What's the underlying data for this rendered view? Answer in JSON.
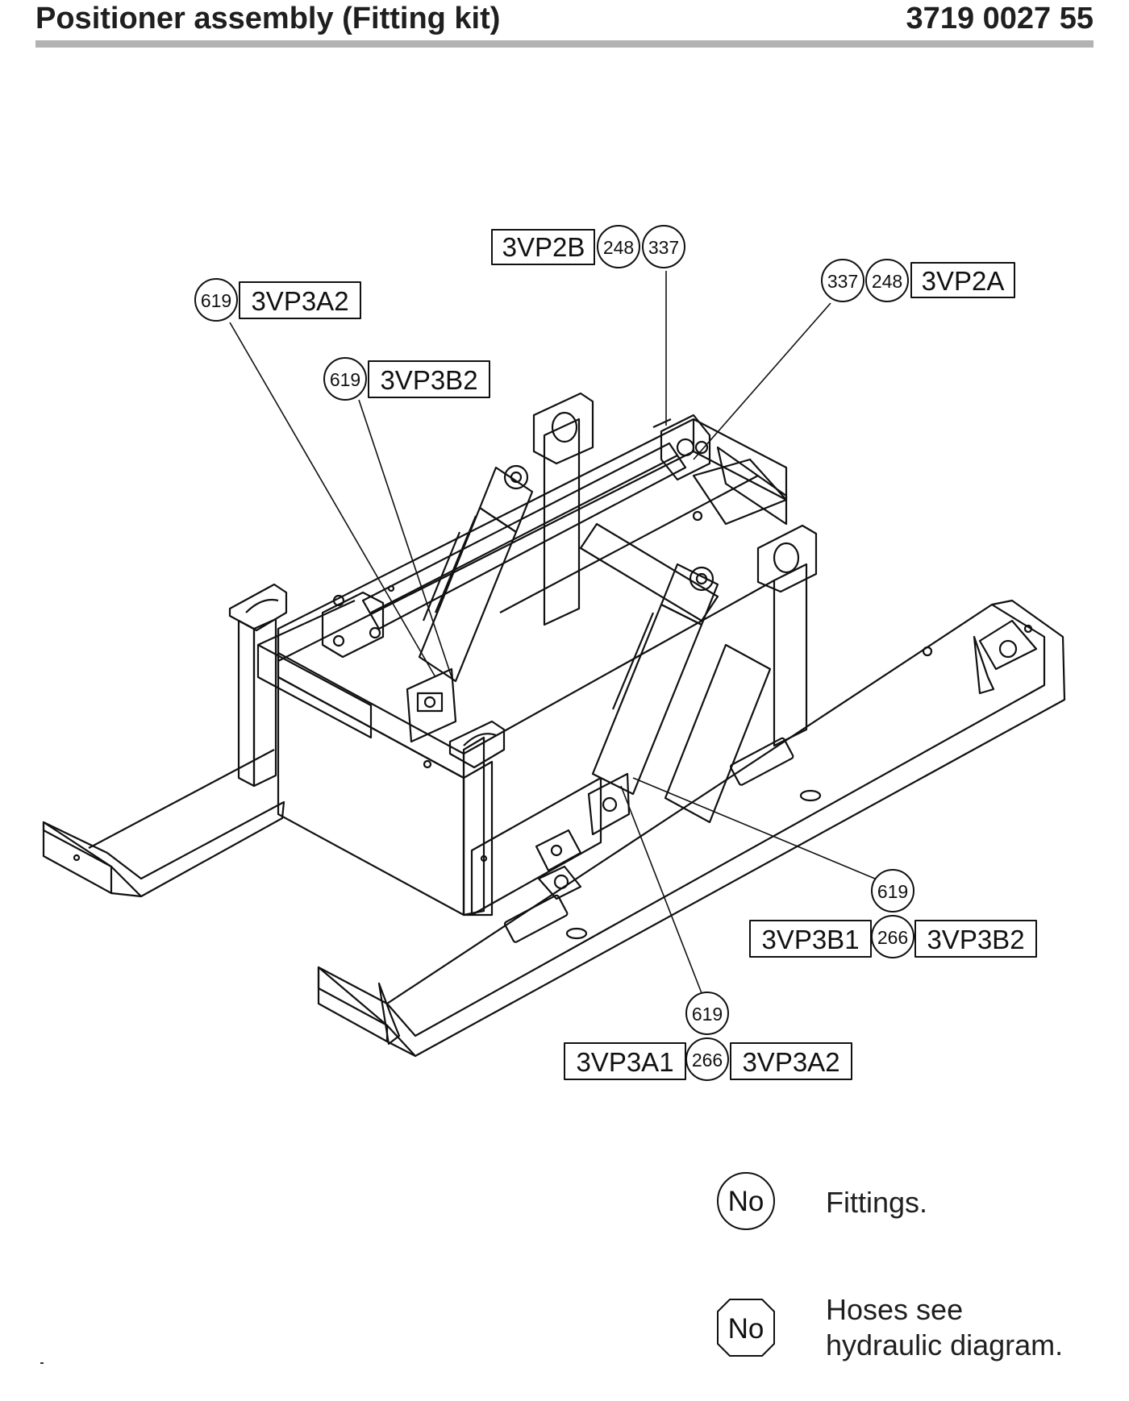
{
  "header": {
    "title": "Positioner assembly (Fitting kit)",
    "part_number": "3719 0027 55"
  },
  "callouts": {
    "top_center": {
      "box": "3VP2B",
      "c1": "248",
      "c2": "337"
    },
    "top_right": {
      "c1": "337",
      "c2": "248",
      "box": "3VP2A"
    },
    "left_upper": {
      "c": "619",
      "box": "3VP3A2"
    },
    "left_mid": {
      "c": "619",
      "box": "3VP3B2"
    },
    "right_lower": {
      "c": "619",
      "box_left": "3VP3B1",
      "c_mid": "266",
      "box_right": "3VP3B2"
    },
    "bottom": {
      "c": "619",
      "box_left": "3VP3A1",
      "c_mid": "266",
      "box_right": "3VP3A2"
    }
  },
  "legend": {
    "fittings_symbol": "No",
    "fittings_text": "Fittings.",
    "hoses_symbol": "No",
    "hoses_text_line1": "Hoses see",
    "hoses_text_line2": "hydraulic diagram."
  }
}
